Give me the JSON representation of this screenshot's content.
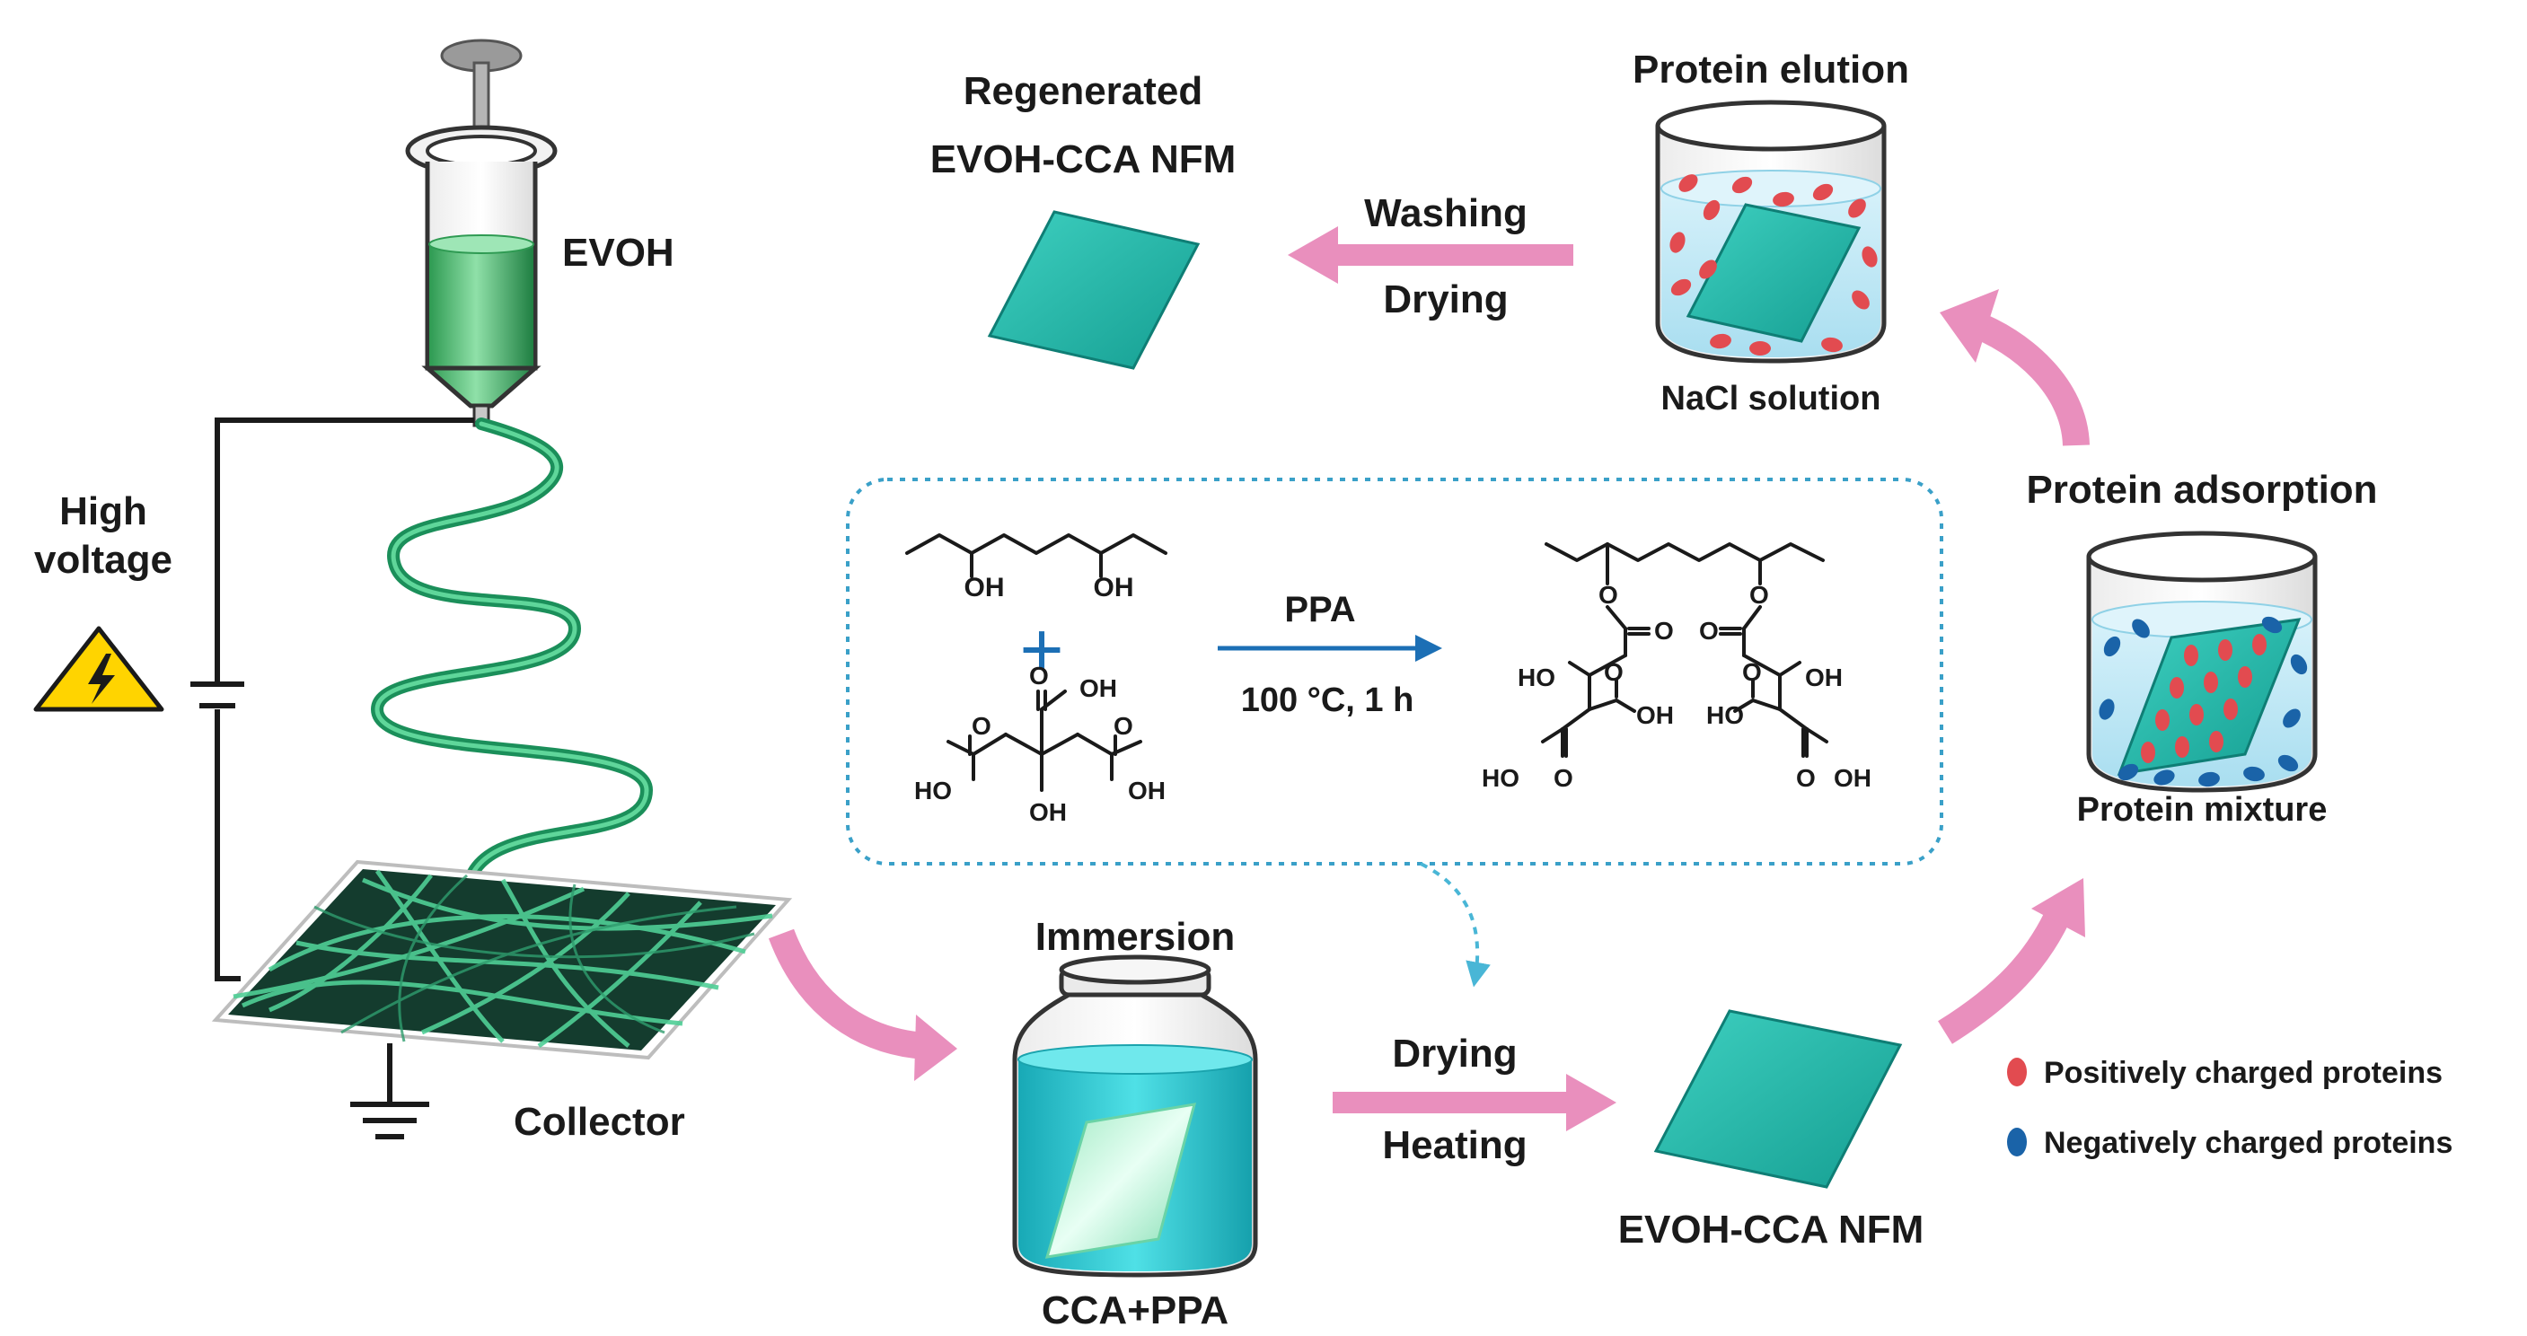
{
  "labels": {
    "evoh": "EVOH",
    "high_voltage_line1": "High",
    "high_voltage_line2": "voltage",
    "collector": "Collector",
    "regenerated_line1": "Regenerated",
    "regenerated_line2": "EVOH-CCA NFM",
    "washing": "Washing",
    "drying_top": "Drying",
    "protein_elution": "Protein elution",
    "nacl_solution": "NaCl solution",
    "protein_adsorption": "Protein adsorption",
    "protein_mixture": "Protein mixture",
    "immersion": "Immersion",
    "cca_ppa": "CCA+PPA",
    "drying_bottom": "Drying",
    "heating": "Heating",
    "evoh_cca_nfm": "EVOH-CCA NFM",
    "legend_positive": "Positively charged proteins",
    "legend_negative": "Negatively charged proteins"
  },
  "reaction": {
    "plus": "+",
    "catalyst": "PPA",
    "condition": "100 °C, 1 h",
    "oh": "OH",
    "ho": "HO",
    "o": "O"
  },
  "colors": {
    "membrane": "#22b5a8",
    "membrane_dark": "#0f7e75",
    "fiber": "#2aa878",
    "pink_arrow": "#e98fbd",
    "blue_arrow": "#1c6fb5",
    "dashed_box": "#3aa0c8",
    "positive_protein": "#e24b50",
    "negative_protein": "#1a63a8",
    "warning_yellow": "#ffd400",
    "liquid_light": "#bfe9f5",
    "liquid_cyan": "#29c6d1"
  },
  "icons": {
    "warning": "high-voltage-warning-icon",
    "ground": "ground-symbol-icon"
  }
}
